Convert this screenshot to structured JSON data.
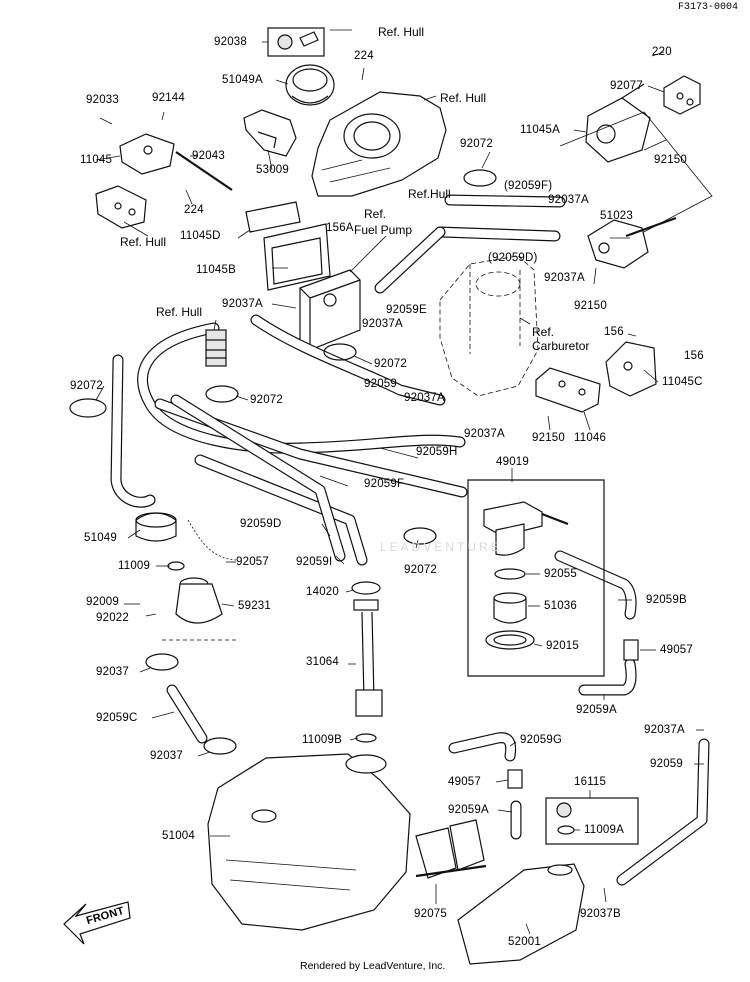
{
  "figure_code": "F3173-0004",
  "footer": "Rendered by LeadVenture, Inc.",
  "watermark": "LEADVENTURE",
  "front_arrow": "FRONT",
  "parts": [
    {
      "id": "92038",
      "label": "92038"
    },
    {
      "id": "51049A",
      "label": "51049A"
    },
    {
      "id": "224a",
      "label": "224"
    },
    {
      "id": "92033",
      "label": "92033"
    },
    {
      "id": "92144",
      "label": "92144"
    },
    {
      "id": "11045",
      "label": "11045"
    },
    {
      "id": "92043",
      "label": "92043"
    },
    {
      "id": "224b",
      "label": "224"
    },
    {
      "id": "53009",
      "label": "53009"
    },
    {
      "id": "92072a",
      "label": "92072"
    },
    {
      "id": "220",
      "label": "220"
    },
    {
      "id": "92077",
      "label": "92077"
    },
    {
      "id": "11045A",
      "label": "11045A"
    },
    {
      "id": "92150a",
      "label": "92150"
    },
    {
      "id": "92059F_p",
      "label": "(92059F)"
    },
    {
      "id": "92037Aa",
      "label": "92037A"
    },
    {
      "id": "51023",
      "label": "51023"
    },
    {
      "id": "11045D",
      "label": "11045D"
    },
    {
      "id": "156A",
      "label": "156A"
    },
    {
      "id": "92059D_p",
      "label": "(92059D)"
    },
    {
      "id": "11045B",
      "label": "11045B"
    },
    {
      "id": "92037Ab",
      "label": "92037A"
    },
    {
      "id": "92150b",
      "label": "92150"
    },
    {
      "id": "92037Ac",
      "label": "92037A"
    },
    {
      "id": "92059E",
      "label": "92059E"
    },
    {
      "id": "92037Ad",
      "label": "92037A"
    },
    {
      "id": "156a",
      "label": "156"
    },
    {
      "id": "156b",
      "label": "156"
    },
    {
      "id": "92072b",
      "label": "92072"
    },
    {
      "id": "11045C",
      "label": "11045C"
    },
    {
      "id": "92072c",
      "label": "92072"
    },
    {
      "id": "92059",
      "label": "92059"
    },
    {
      "id": "92072d",
      "label": "92072"
    },
    {
      "id": "92037Ae",
      "label": "92037A"
    },
    {
      "id": "92150c",
      "label": "92150"
    },
    {
      "id": "11046",
      "label": "11046"
    },
    {
      "id": "92037Af",
      "label": "92037A"
    },
    {
      "id": "92059H",
      "label": "92059H"
    },
    {
      "id": "49019",
      "label": "49019"
    },
    {
      "id": "92059F",
      "label": "92059F"
    },
    {
      "id": "51049",
      "label": "51049"
    },
    {
      "id": "92059D",
      "label": "92059D"
    },
    {
      "id": "11009",
      "label": "11009"
    },
    {
      "id": "92057",
      "label": "92057"
    },
    {
      "id": "92059I",
      "label": "92059I"
    },
    {
      "id": "92072e",
      "label": "92072"
    },
    {
      "id": "92055",
      "label": "92055"
    },
    {
      "id": "92009",
      "label": "92009"
    },
    {
      "id": "14020",
      "label": "14020"
    },
    {
      "id": "92022",
      "label": "92022"
    },
    {
      "id": "59231",
      "label": "59231"
    },
    {
      "id": "51036",
      "label": "51036"
    },
    {
      "id": "92059B",
      "label": "92059B"
    },
    {
      "id": "92015",
      "label": "92015"
    },
    {
      "id": "49057a",
      "label": "49057"
    },
    {
      "id": "92037a",
      "label": "92037"
    },
    {
      "id": "31064",
      "label": "31064"
    },
    {
      "id": "92059C",
      "label": "92059C"
    },
    {
      "id": "92059A",
      "label": "92059A"
    },
    {
      "id": "92037Ag",
      "label": "92037A"
    },
    {
      "id": "11009B",
      "label": "11009B"
    },
    {
      "id": "92059G",
      "label": "92059G"
    },
    {
      "id": "92037b",
      "label": "92037"
    },
    {
      "id": "92059b",
      "label": "92059"
    },
    {
      "id": "49057b",
      "label": "49057"
    },
    {
      "id": "16115",
      "label": "16115"
    },
    {
      "id": "92059Ab",
      "label": "92059A"
    },
    {
      "id": "11009A",
      "label": "11009A"
    },
    {
      "id": "51004",
      "label": "51004"
    },
    {
      "id": "92075",
      "label": "92075"
    },
    {
      "id": "92037B",
      "label": "92037B"
    },
    {
      "id": "52001",
      "label": "52001"
    }
  ],
  "references": [
    {
      "id": "hull1",
      "label": "Ref. Hull"
    },
    {
      "id": "hull2",
      "label": "Ref. Hull"
    },
    {
      "id": "hull3",
      "label": "Ref. Hull"
    },
    {
      "id": "hull4",
      "label": "Ref.Hull"
    },
    {
      "id": "fuelpump1",
      "label": "Ref."
    },
    {
      "id": "fuelpump2",
      "label": "Fuel Pump"
    },
    {
      "id": "hull5",
      "label": "Ref. Hull"
    },
    {
      "id": "carb1",
      "label": "Ref."
    },
    {
      "id": "carb2",
      "label": "Carburetor"
    }
  ]
}
